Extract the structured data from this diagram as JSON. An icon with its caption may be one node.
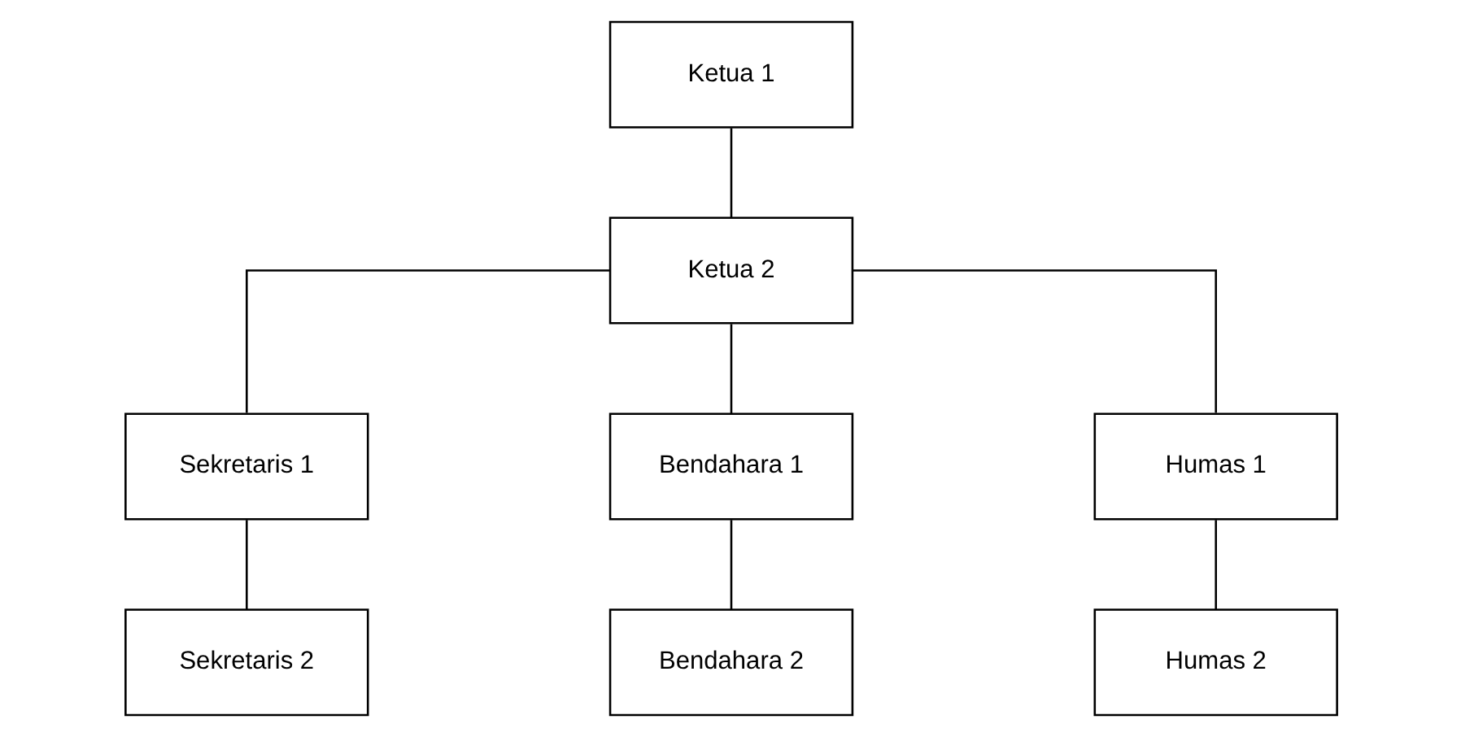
{
  "diagram": {
    "nodes": [
      {
        "text": [
          "Ketua 1"
        ]
      },
      {
        "text": [
          "Ketua 2"
        ]
      },
      {
        "text": [
          "Sekretaris 1"
        ]
      },
      {
        "text": [
          "Bendahara 1"
        ]
      },
      {
        "text": [
          "Humas 1"
        ]
      },
      {
        "text": [
          "Sekretaris 2"
        ]
      },
      {
        "text": [
          "Bendahara 2"
        ]
      },
      {
        "text": [
          "Humas 2"
        ]
      }
    ],
    "edges": [
      {
        "from": 0,
        "to": 1,
        "arrow": "none"
      },
      {
        "from": 1,
        "to": 2,
        "arrow": "none"
      },
      {
        "from": 1,
        "to": 3,
        "arrow": "none"
      },
      {
        "from": 1,
        "to": 4,
        "arrow": "none"
      },
      {
        "from": 2,
        "to": 5,
        "arrow": "none"
      },
      {
        "from": 3,
        "to": 6,
        "arrow": "none"
      },
      {
        "from": 4,
        "to": 7,
        "arrow": "none"
      }
    ]
  }
}
